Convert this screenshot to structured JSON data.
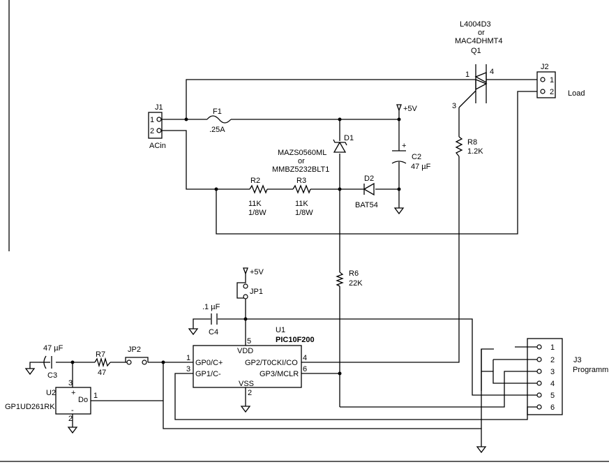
{
  "colors": {
    "wire": "#000000",
    "background": "#ffffff"
  },
  "labels": {
    "q1_part_a": "L4004D3",
    "q1_or": "or",
    "q1_part_b": "MAC4DHMT4",
    "q1_ref": "Q1",
    "q1_pin1": "1",
    "q1_pin4": "4",
    "q1_pin3": "3",
    "j2_ref": "J2",
    "j2_pin1": "1",
    "j2_pin2": "2",
    "j2_name": "Load",
    "j1_ref": "J1",
    "j1_pin1": "1",
    "j1_pin2": "2",
    "j1_name": "ACin",
    "f1_ref": "F1",
    "f1_val": ".25A",
    "vcc_top": "+5V",
    "d1_ref": "D1",
    "d1_part_a": "MAZS0560ML",
    "d1_or": "or",
    "d1_part_b": "MMBZ5232BLT1",
    "c2_plus": "+",
    "c2_ref": "C2",
    "c2_val": "47 µF",
    "r8_ref": "R8",
    "r8_val": "1.2K",
    "r2_ref": "R2",
    "r2_val": "11K",
    "r2_watt": "1/8W",
    "r3_ref": "R3",
    "r3_val": "11K",
    "r3_watt": "1/8W",
    "d2_ref": "D2",
    "d2_part": "BAT54",
    "vcc_mid": "+5V",
    "jp1_ref": "JP1",
    "r6_ref": "R6",
    "r6_val": "22K",
    "c4_val": ".1 µF",
    "c4_ref": "C4",
    "u1_ref": "U1",
    "u1_part": "PIC10F200",
    "u1_pin5": "5",
    "u1_vdd": "VDD",
    "u1_pin1": "1",
    "u1_gp0": "GP0/C+",
    "u1_pin3": "3",
    "u1_gp1": "GP1/C-",
    "u1_gp2": "GP2/T0CKI/CO",
    "u1_pin4": "4",
    "u1_gp3": "GP3/MCLR",
    "u1_pin6": "6",
    "u1_vss": "VSS",
    "u1_pin2": "2",
    "c3_val": "47 µF",
    "c3_ref": "C3",
    "r7_ref": "R7",
    "r7_val": "47",
    "jp2_ref": "JP2",
    "u2_ref": "U2",
    "u2_part": "GP1UD261RK",
    "u2_pin3": "3",
    "u2_plus": "+",
    "u2_do": "Do",
    "u2_minus": "-",
    "u2_pin1": "1",
    "u2_pin2": "2",
    "j3_ref": "J3",
    "j3_name": "Programm",
    "j3_p1": "1",
    "j3_p2": "2",
    "j3_p3": "3",
    "j3_p4": "4",
    "j3_p5": "5",
    "j3_p6": "6"
  }
}
